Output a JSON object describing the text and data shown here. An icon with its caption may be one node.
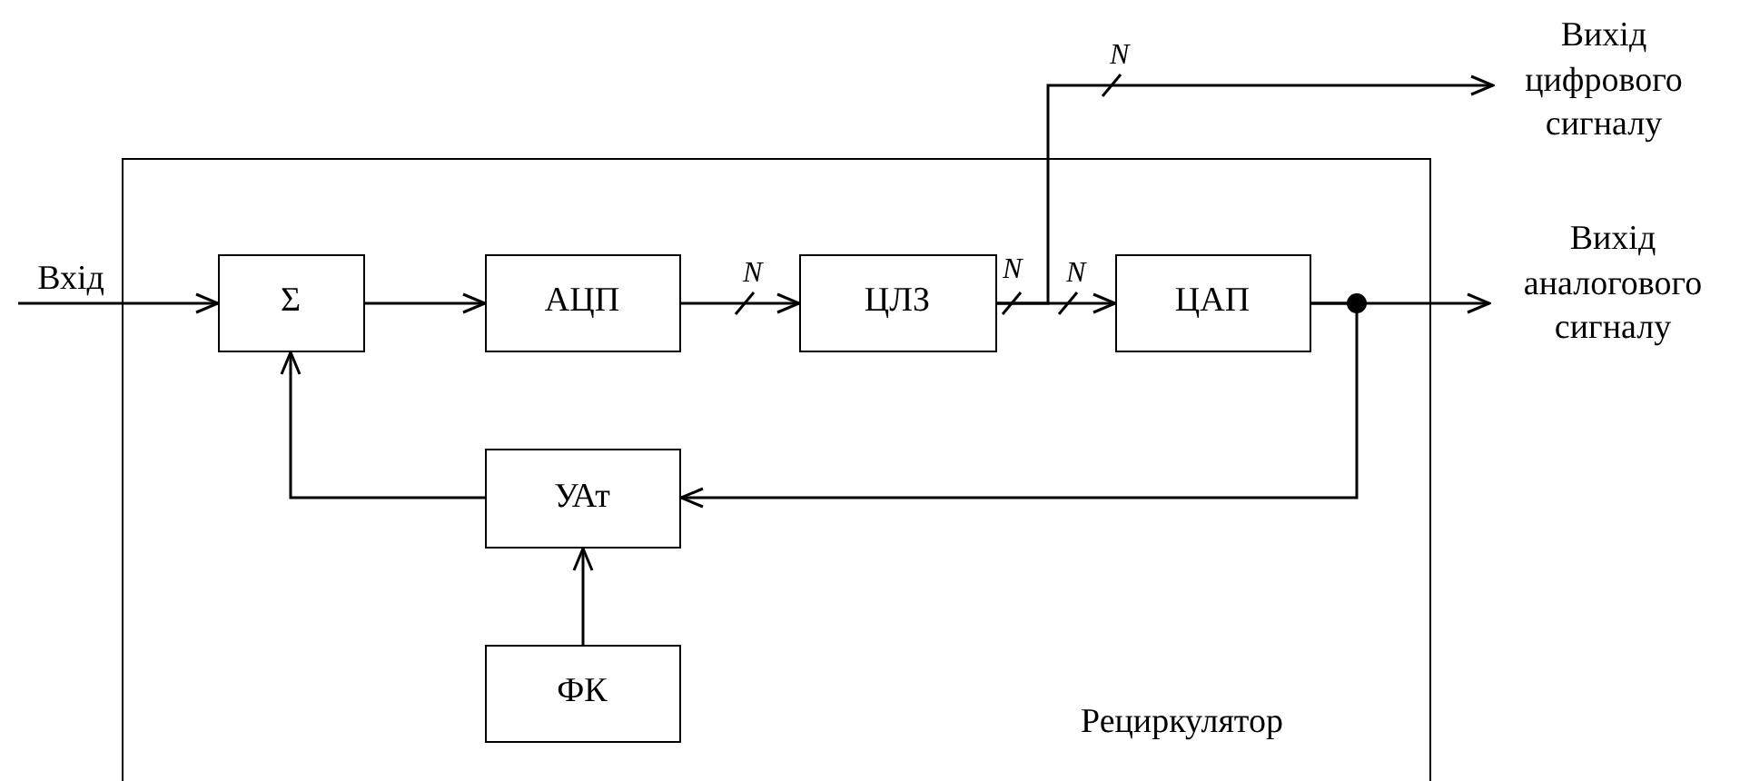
{
  "diagram": {
    "nodes": [
      {
        "text": [
          "Рециркулятор"
        ]
      },
      {
        "text": [
          "Вхід"
        ]
      },
      {
        "text": [
          "Σ"
        ],
        "in": 0
      },
      {
        "text": [
          "АЦП"
        ],
        "in": 0
      },
      {
        "text": [
          "ЦЛЗ"
        ],
        "in": 0
      },
      {
        "text": [
          "ЦАП"
        ],
        "in": 0
      },
      {
        "text": [
          "УАт"
        ],
        "in": 0
      },
      {
        "text": [
          "ФК"
        ],
        "in": 0
      },
      {
        "text": [
          "Вихід цифрового сигналу"
        ]
      },
      {
        "text": [
          "Вихід аналогового сигналу"
        ]
      }
    ],
    "edges": [
      {
        "from": 1,
        "to": 2,
        "arrow": "to"
      },
      {
        "from": 2,
        "to": 3,
        "arrow": "to"
      },
      {
        "from": 3,
        "to": 4,
        "arrow": "to",
        "label": "N"
      },
      {
        "from": 4,
        "to": 5,
        "arrow": "to",
        "label": "N"
      },
      {
        "from": 4,
        "to": 8,
        "arrow": "to",
        "label": "N"
      },
      {
        "from": 5,
        "to": 9,
        "arrow": "to"
      },
      {
        "from": 5,
        "to": 6,
        "arrow": "to"
      },
      {
        "from": 6,
        "to": 2,
        "arrow": "to"
      },
      {
        "from": 7,
        "to": 6,
        "arrow": "to"
      }
    ],
    "labels": [
      "N"
    ]
  }
}
